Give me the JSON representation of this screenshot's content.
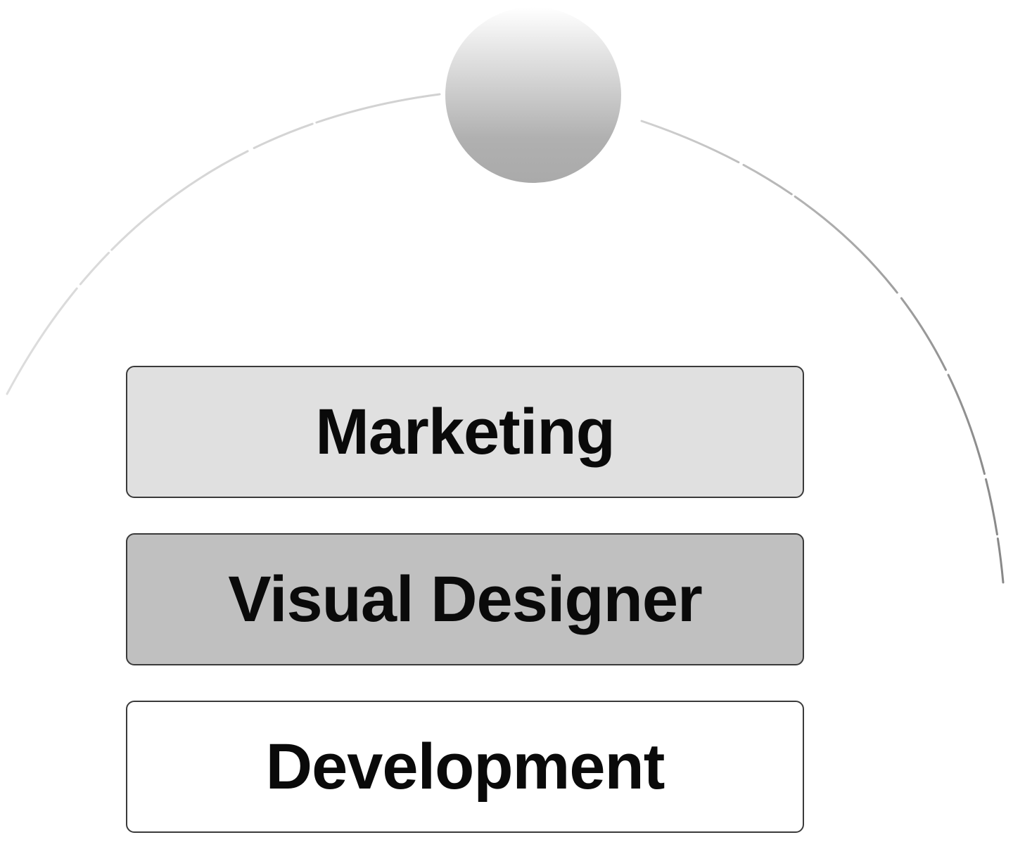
{
  "colors": {
    "orb_top": "#ffffff",
    "orb_bottom": "#b0b0b0",
    "arc": "#9a9a9a",
    "border": "#3a3a3a",
    "text": "#0a0a0a"
  },
  "roles": [
    {
      "label": "Marketing",
      "fill": "#e0e0e0"
    },
    {
      "label": "Visual Designer",
      "fill": "#c0c0c0"
    },
    {
      "label": "Development",
      "fill": "#ffffff"
    }
  ]
}
